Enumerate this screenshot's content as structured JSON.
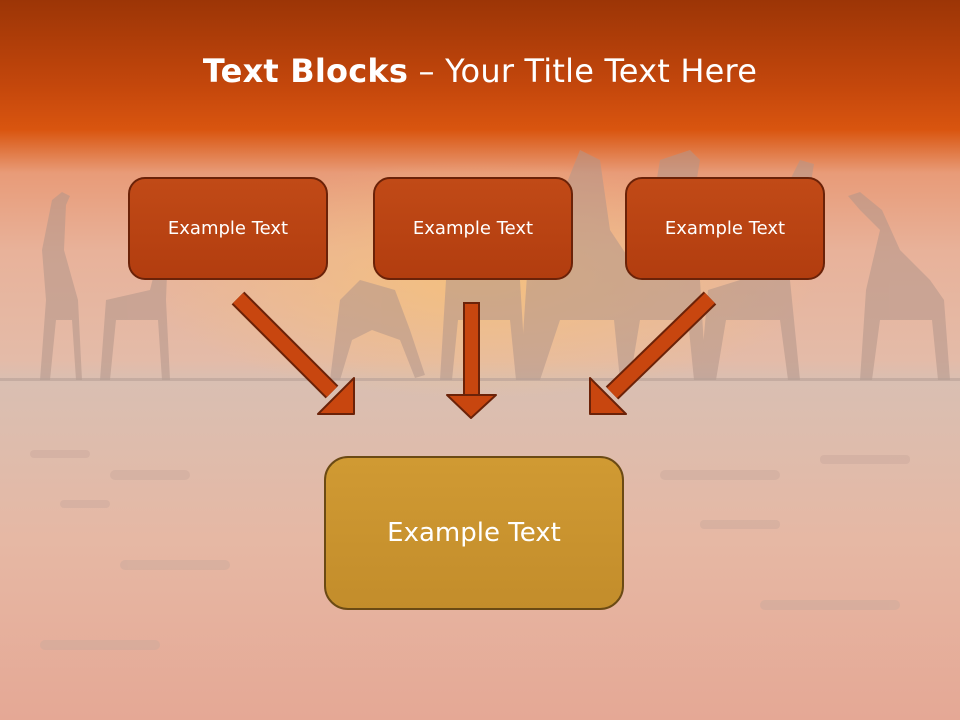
{
  "slide": {
    "title_bold": "Text Blocks",
    "title_dash": "–",
    "title_rest": "Your Title Text Here"
  },
  "blocks": {
    "top": [
      "Example Text",
      "Example Text",
      "Example Text"
    ],
    "bottom": "Example Text"
  },
  "colors": {
    "header_top": "#9c3506",
    "header_bottom": "#d4500e",
    "box_fill": "#b9410f",
    "box_border": "#6b2208",
    "arrow_fill": "#c8460f",
    "target_fill": "#ca9230",
    "text": "#ffffff"
  },
  "background": {
    "scene": "giraffe silhouettes at sunset reflected in water"
  }
}
